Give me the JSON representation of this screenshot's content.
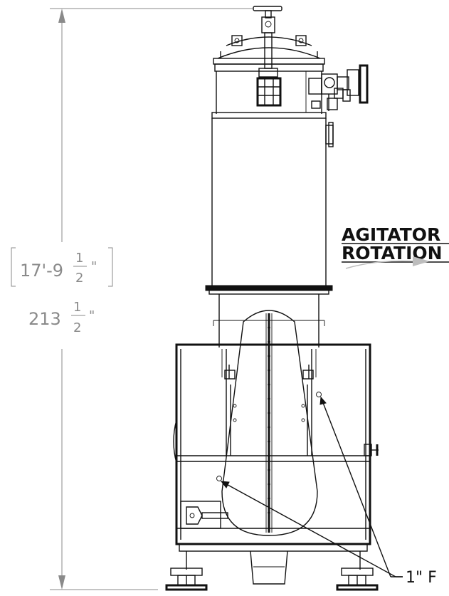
{
  "dimension": {
    "feet_inches": "17'-9",
    "inches_whole": "213",
    "fraction_num": "1",
    "fraction_den": "2",
    "inch_mark": "\""
  },
  "agitator": {
    "line1": "AGITATOR",
    "line2": "ROTATION"
  },
  "callout": {
    "text": "1\" F"
  },
  "colors": {
    "line": "#111111",
    "dimension": "#8a8a8a",
    "arrow": "#bdbdbd"
  }
}
